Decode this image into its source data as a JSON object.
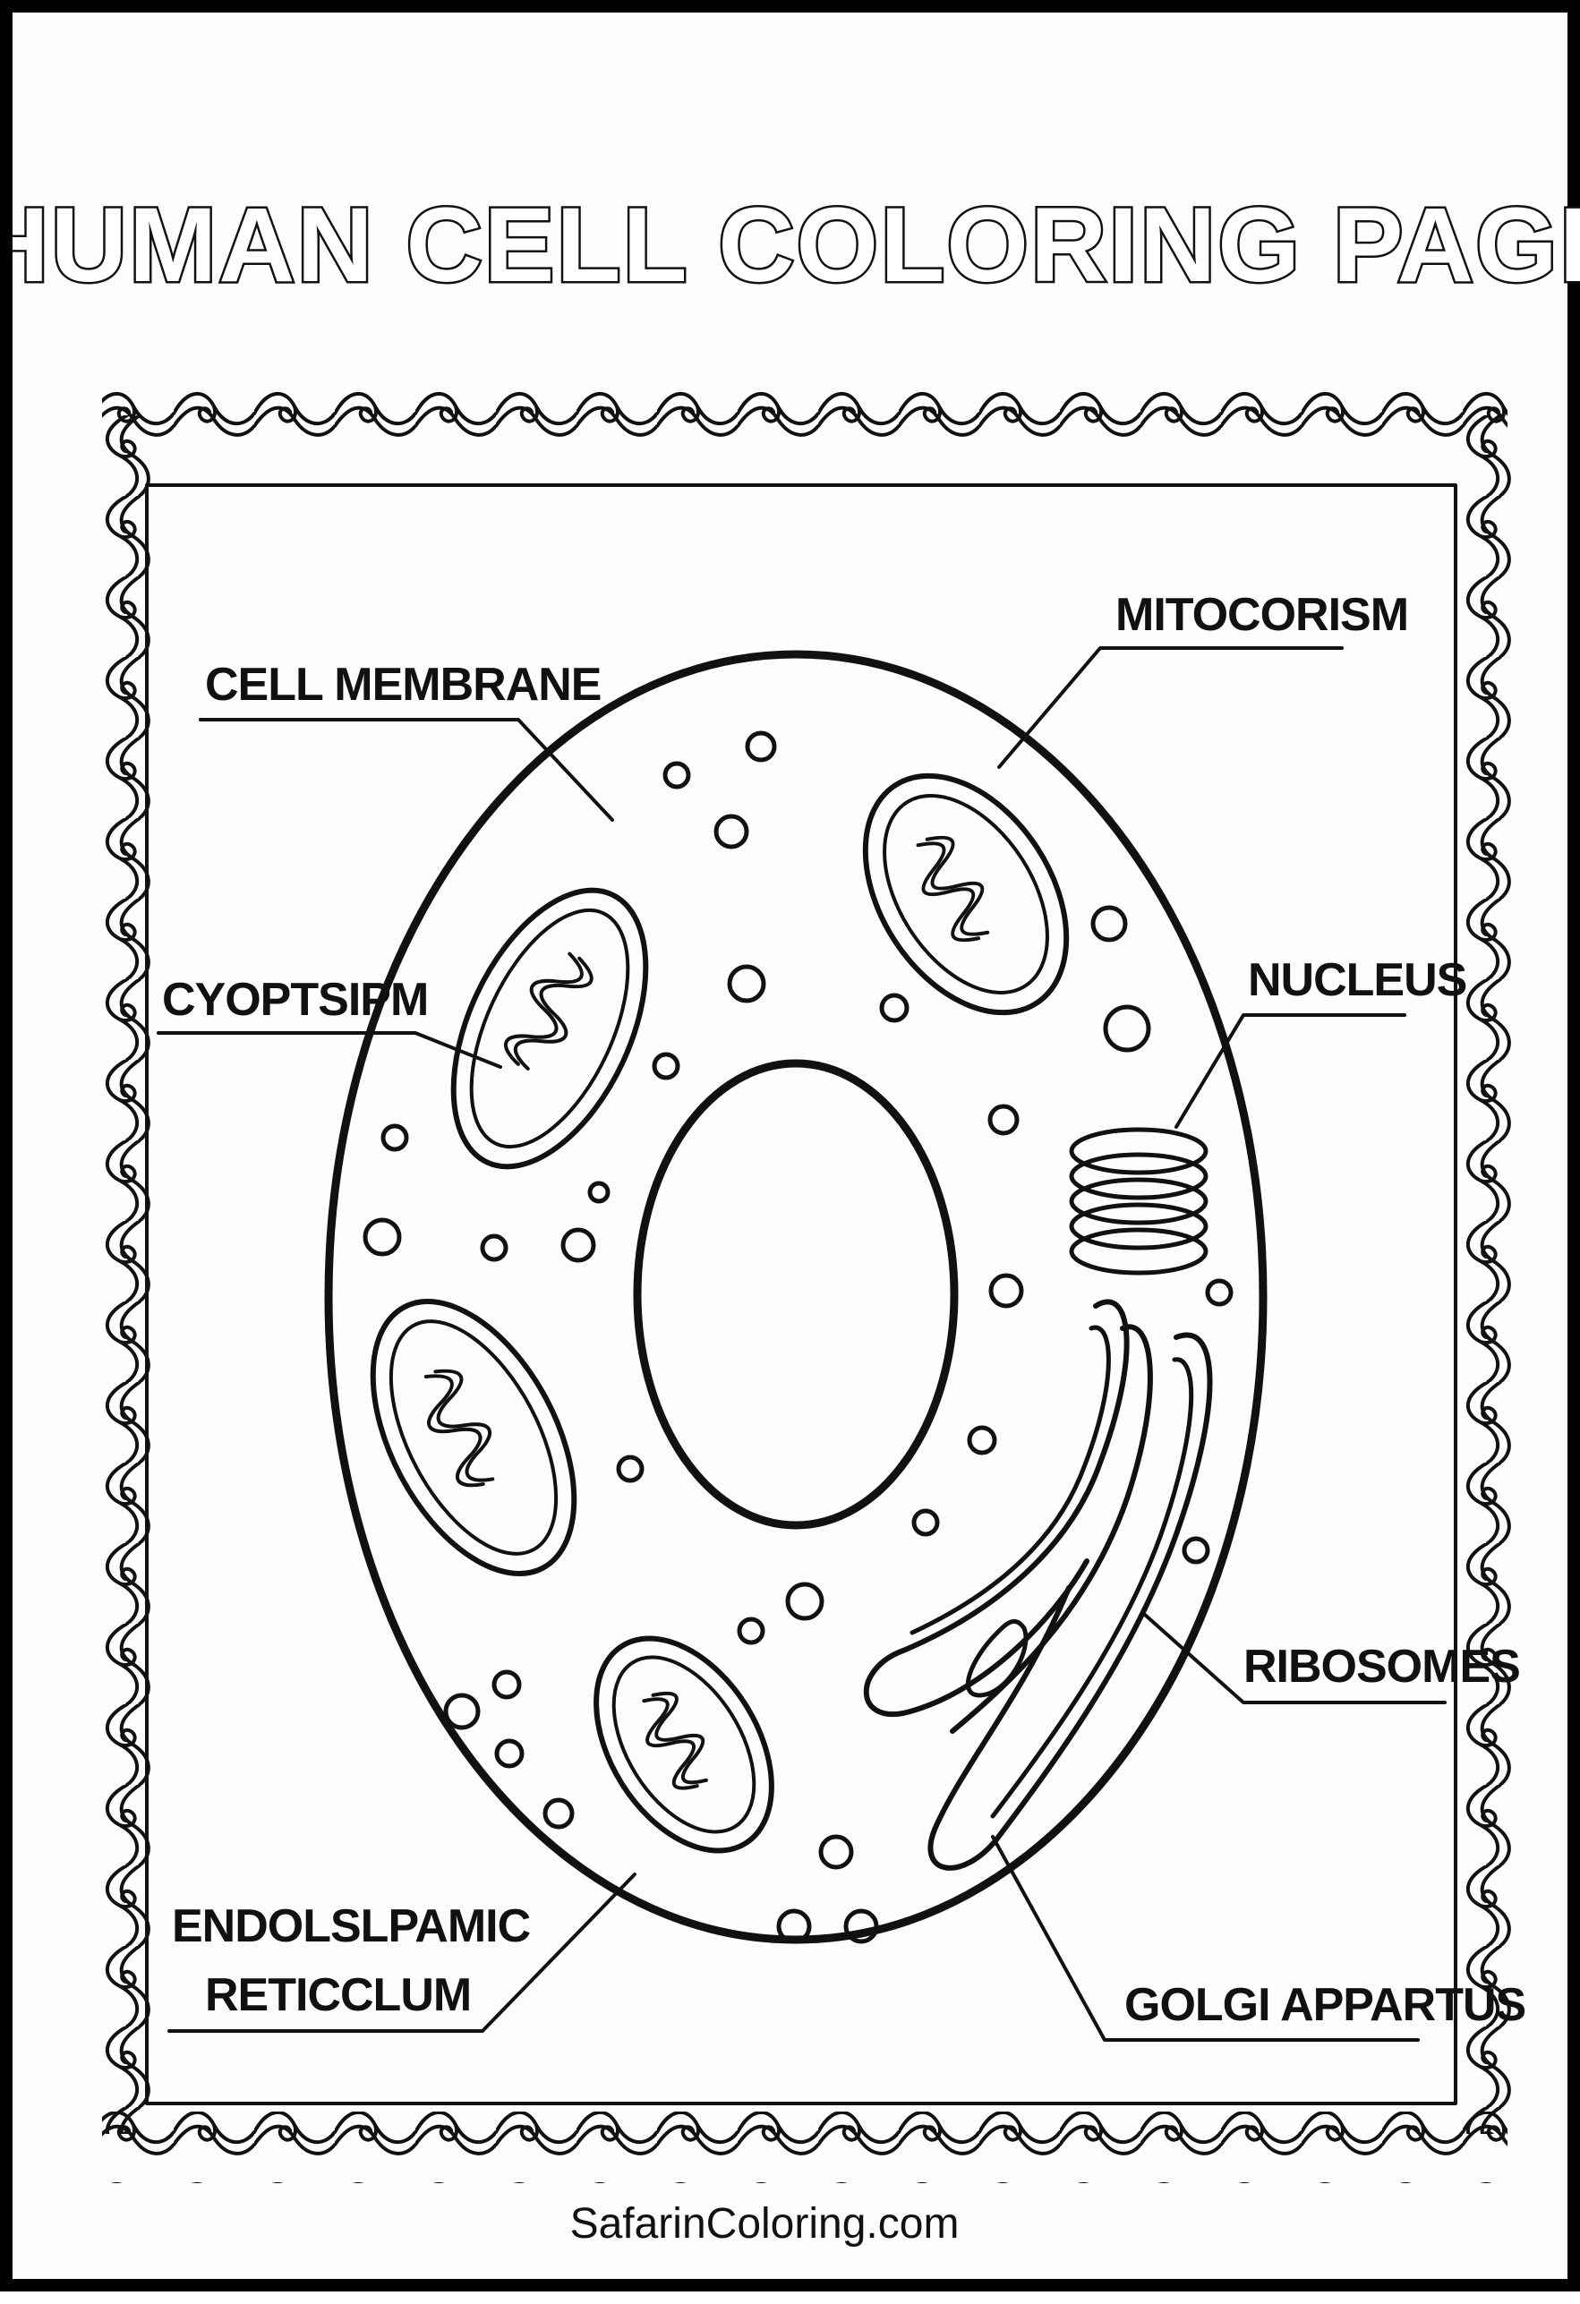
{
  "title": "HUMAN CELL COLORING PAGE",
  "labels": {
    "cell_membrane": "CELL MEMBRANE",
    "cytoplasm": "CYOPTSIPM",
    "endoplasmic_line1": "ENDOLSLPAMIC",
    "endoplasmic_line2": "RETICCLUM",
    "mitochondria": "MITOCORISM",
    "nucleus": "NUCLEUS",
    "ribosomes": "RIBOSOMES",
    "golgi": "GOLGI APPARTUS"
  },
  "footer": "SafarinColoring.com"
}
